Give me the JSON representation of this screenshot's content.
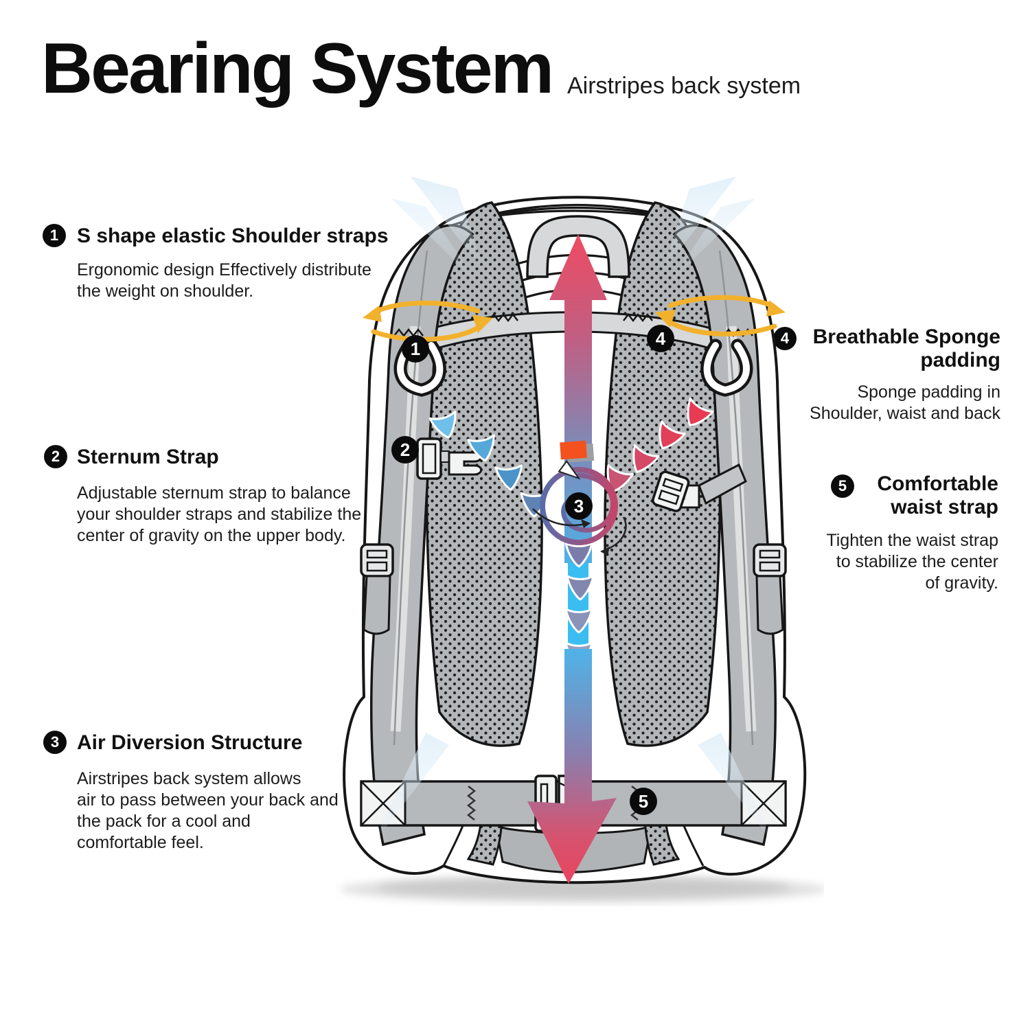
{
  "header": {
    "title": "Bearing System",
    "subtitle": "Airstripes back system"
  },
  "features": [
    {
      "number": "1",
      "title": "S shape elastic Shoulder straps",
      "body": [
        "Ergonomic design Effectively distribute",
        "the weight on shoulder."
      ]
    },
    {
      "number": "2",
      "title": "Sternum Strap",
      "body": [
        "Adjustable sternum strap to balance",
        "your shoulder straps and stabilize the",
        "center of gravity on the upper body."
      ]
    },
    {
      "number": "3",
      "title": "Air Diversion Structure",
      "body": [
        "Airstripes back system allows",
        "air to pass between your back and",
        "the pack for a cool and",
        "comfortable feel."
      ]
    },
    {
      "number": "4",
      "title": [
        "Breathable Sponge",
        "padding"
      ],
      "body": [
        "Sponge padding in",
        "Shoulder, waist and back"
      ]
    },
    {
      "number": "5",
      "title": [
        "Comfortable",
        "waist strap"
      ],
      "body": [
        "Tighten the waist strap",
        "to stabilize the center",
        "of gravity."
      ]
    }
  ],
  "illustration": {
    "description": "Back view of hiking backpack showing airflow channel and straps",
    "markers": [
      {
        "label": "1"
      },
      {
        "label": "2"
      },
      {
        "label": "3"
      },
      {
        "label": "4"
      },
      {
        "label": "5"
      }
    ],
    "colors": {
      "rotation_arrow_yellow": "#f2b12c",
      "air_channel_blue": "#3bbdf1",
      "airflow_red": "#ee4b62",
      "center_chip_orange": "#f3511d",
      "mesh_gray": "#b2b6b8",
      "outline_black": "#161616"
    }
  }
}
